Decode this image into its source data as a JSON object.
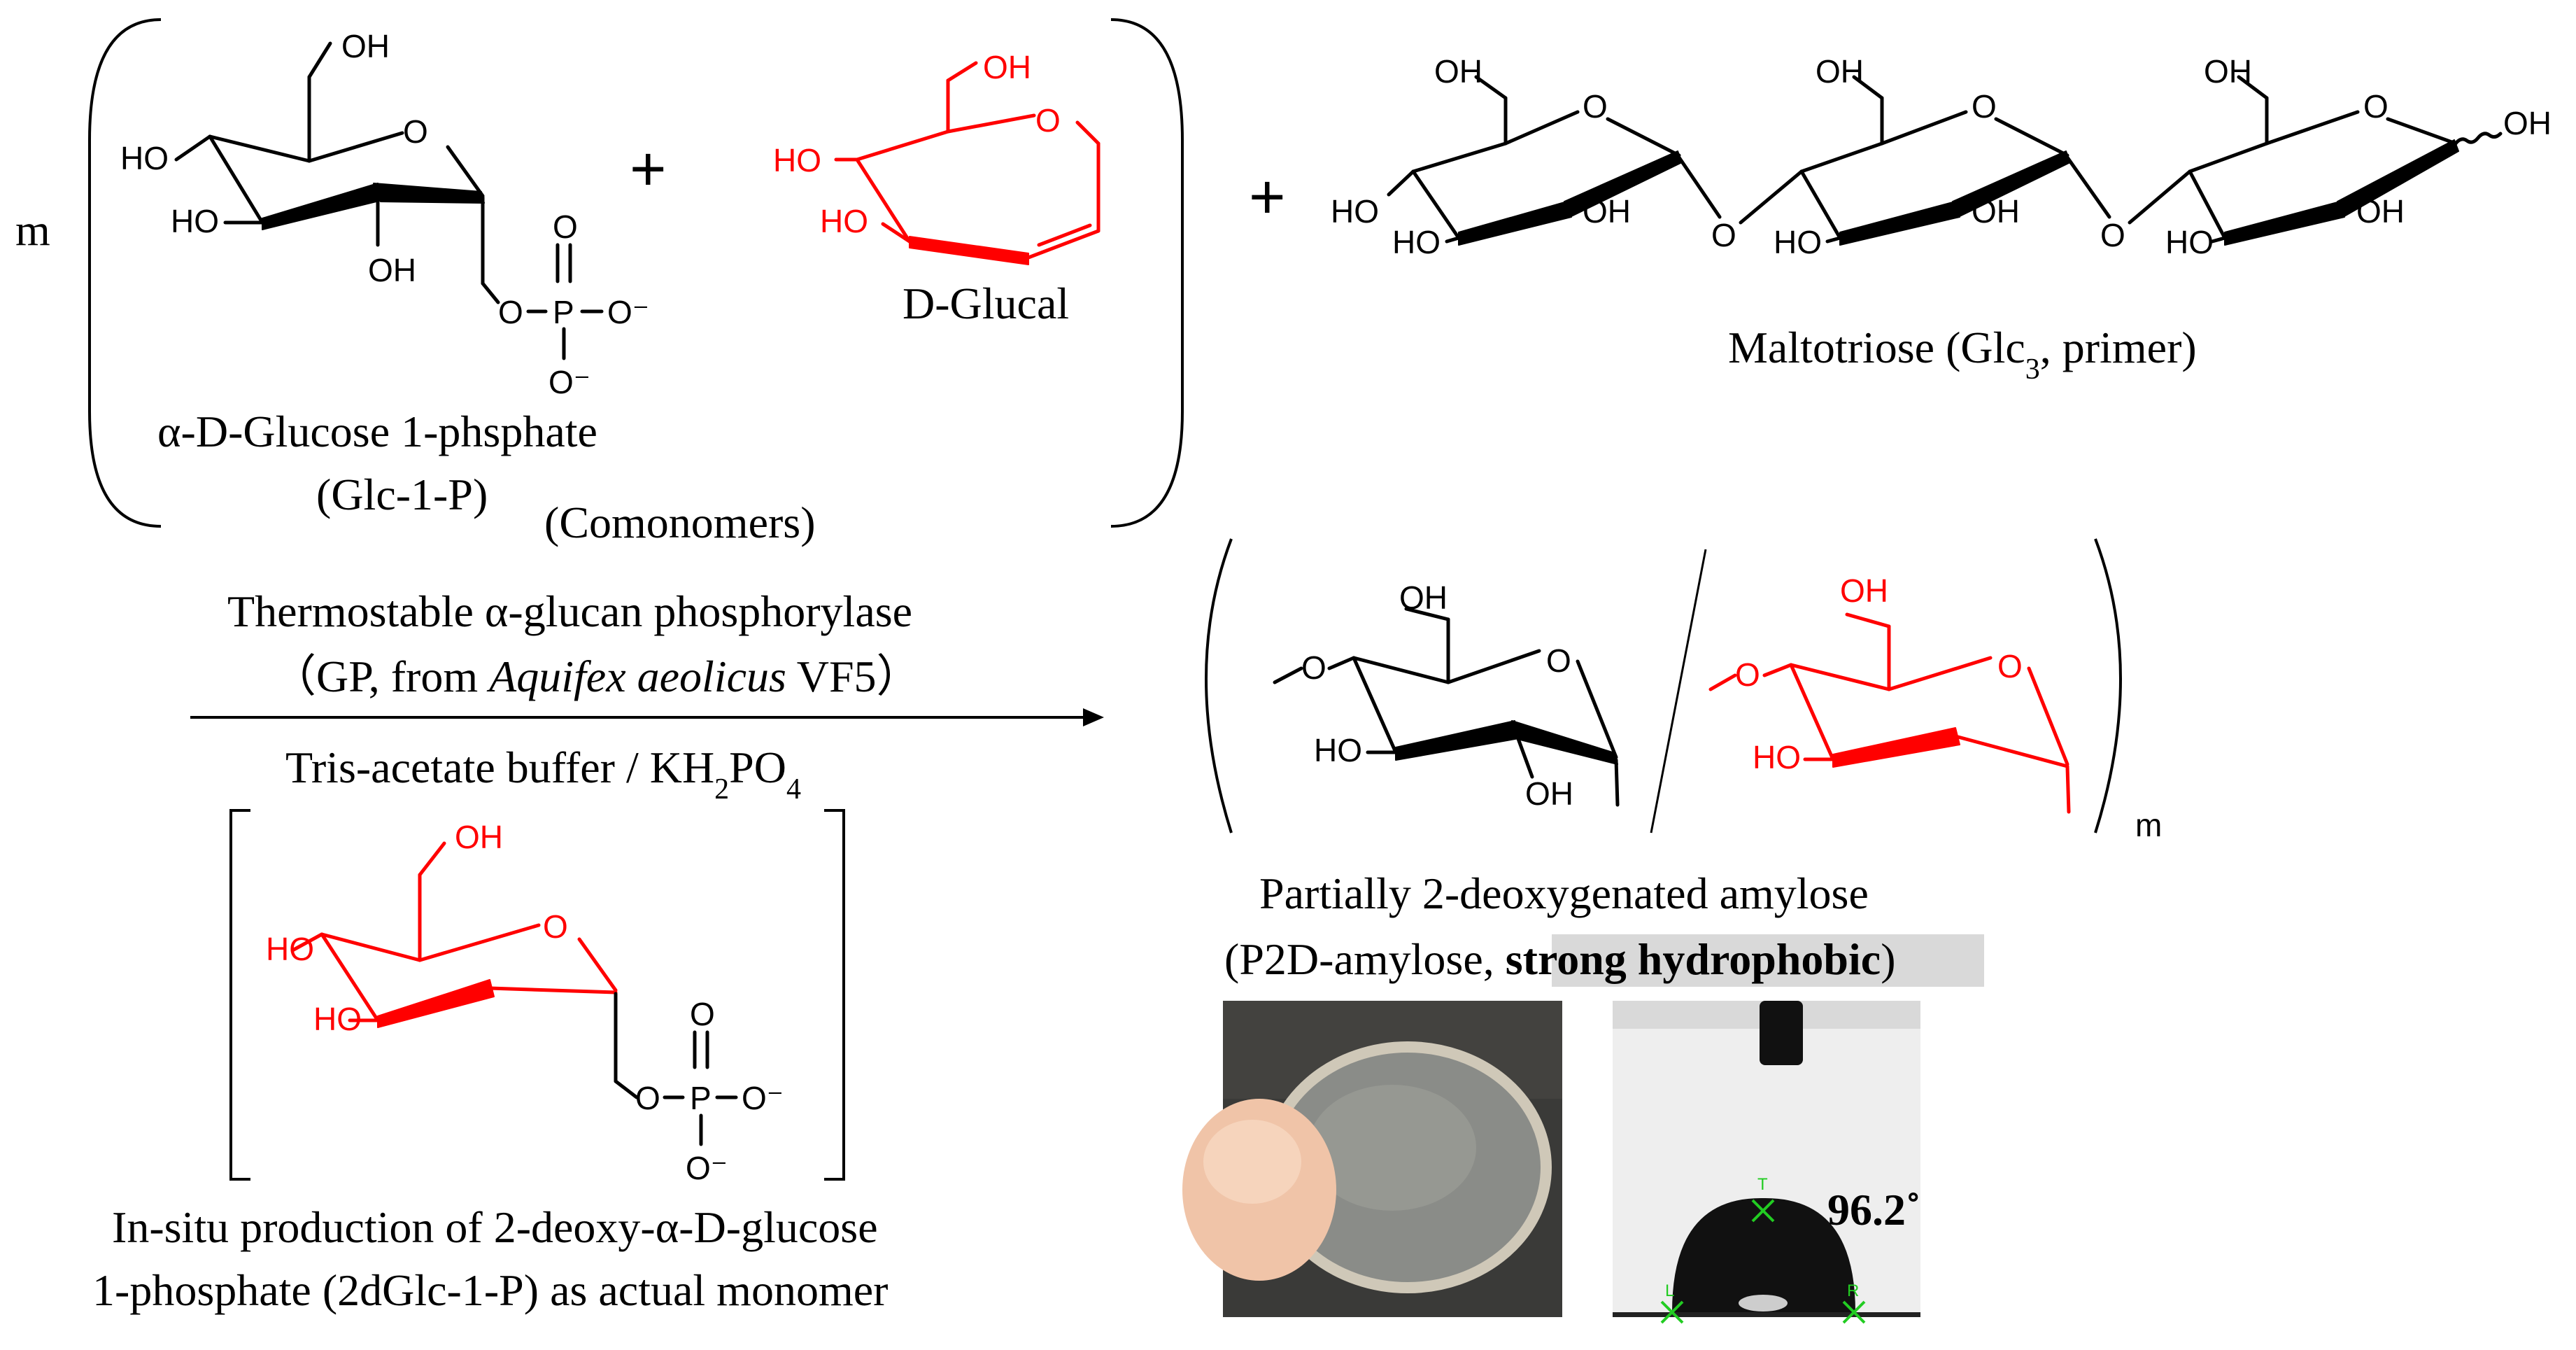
{
  "colors": {
    "ink": "#000000",
    "glucal_red": "#ff0000",
    "highlight": "#d9d9d9",
    "photo_bg": "#3a3a38",
    "contact_bg": "#eeeeee",
    "marker_green": "#22cc22"
  },
  "labels": {
    "coefficient_m": "m",
    "glc1p_name": "α-D-Glucose 1-phsphate",
    "glc1p_abbr": "(Glc-1-P)",
    "comonomers": "(Comonomers)",
    "glucal_name": "D-Glucal",
    "primer_name": "Maltotriose (Glc",
    "primer_sub": "3",
    "primer_tail": ", primer)",
    "plus": "+",
    "enzyme_line1": "Thermostable α-glucan phosphorylase",
    "enzyme_line2_a": "（GP, from ",
    "enzyme_line2_species": "Aquifex aeolicus",
    "enzyme_line2_b": " VF5）",
    "buffer_a": "Tris-acetate buffer / KH",
    "buffer_sub1": "2",
    "buffer_b": "PO",
    "buffer_sub2": "4",
    "monomer_line1": "In-situ production of 2-deoxy-α-D-glucose",
    "monomer_line2": "1-phosphate (2dGlc-1-P) as actual monomer",
    "product_line1": "Partially 2-deoxygenated amylose",
    "product_line2_a": "(P2D-amylose, ",
    "product_line2_bold": "strong hydrophobic",
    "product_line2_b": ")",
    "repeat_m": "m",
    "contact_angle": "96.2˚"
  },
  "atoms": {
    "OH": "OH",
    "HO": "HO",
    "O": "O",
    "P": "P",
    "O_minus": "O⁻",
    "marker_T": "T",
    "marker_L": "L",
    "marker_R": "R"
  }
}
